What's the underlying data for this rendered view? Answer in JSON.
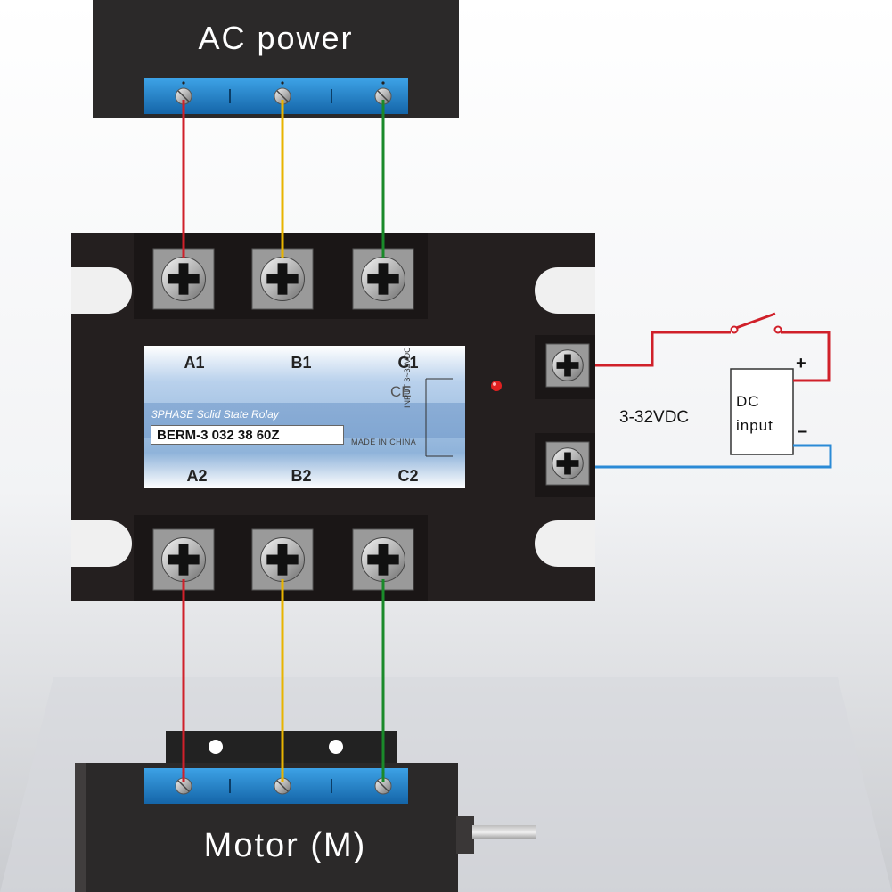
{
  "ac_power": {
    "title": "AC power"
  },
  "relay": {
    "terminals_top": [
      "A1",
      "B1",
      "C1"
    ],
    "terminals_bottom": [
      "A2",
      "B2",
      "C2"
    ],
    "ce_mark": "CE",
    "product_name": "3PHASE Solid State Rolay",
    "model": "BERM-3 032 38 60Z",
    "made_in": "MADE IN CHINA",
    "input_range": "INPUT 3~32VDC"
  },
  "dc_input": {
    "voltage": "3-32VDC",
    "line1": "DC",
    "line2": "input",
    "plus": "+",
    "minus": "–"
  },
  "motor": {
    "title": "Motor (M)"
  },
  "colors": {
    "phase_a": "#d0202a",
    "phase_b": "#e8b400",
    "phase_c": "#1a8a2a",
    "dc_positive": "#d0202a",
    "dc_negative": "#2a8ad6",
    "relay_body": "#241f1f",
    "terminal_block": "#1e86cf",
    "label_plate": "#a9c6e6",
    "indicator": "#e02020"
  }
}
